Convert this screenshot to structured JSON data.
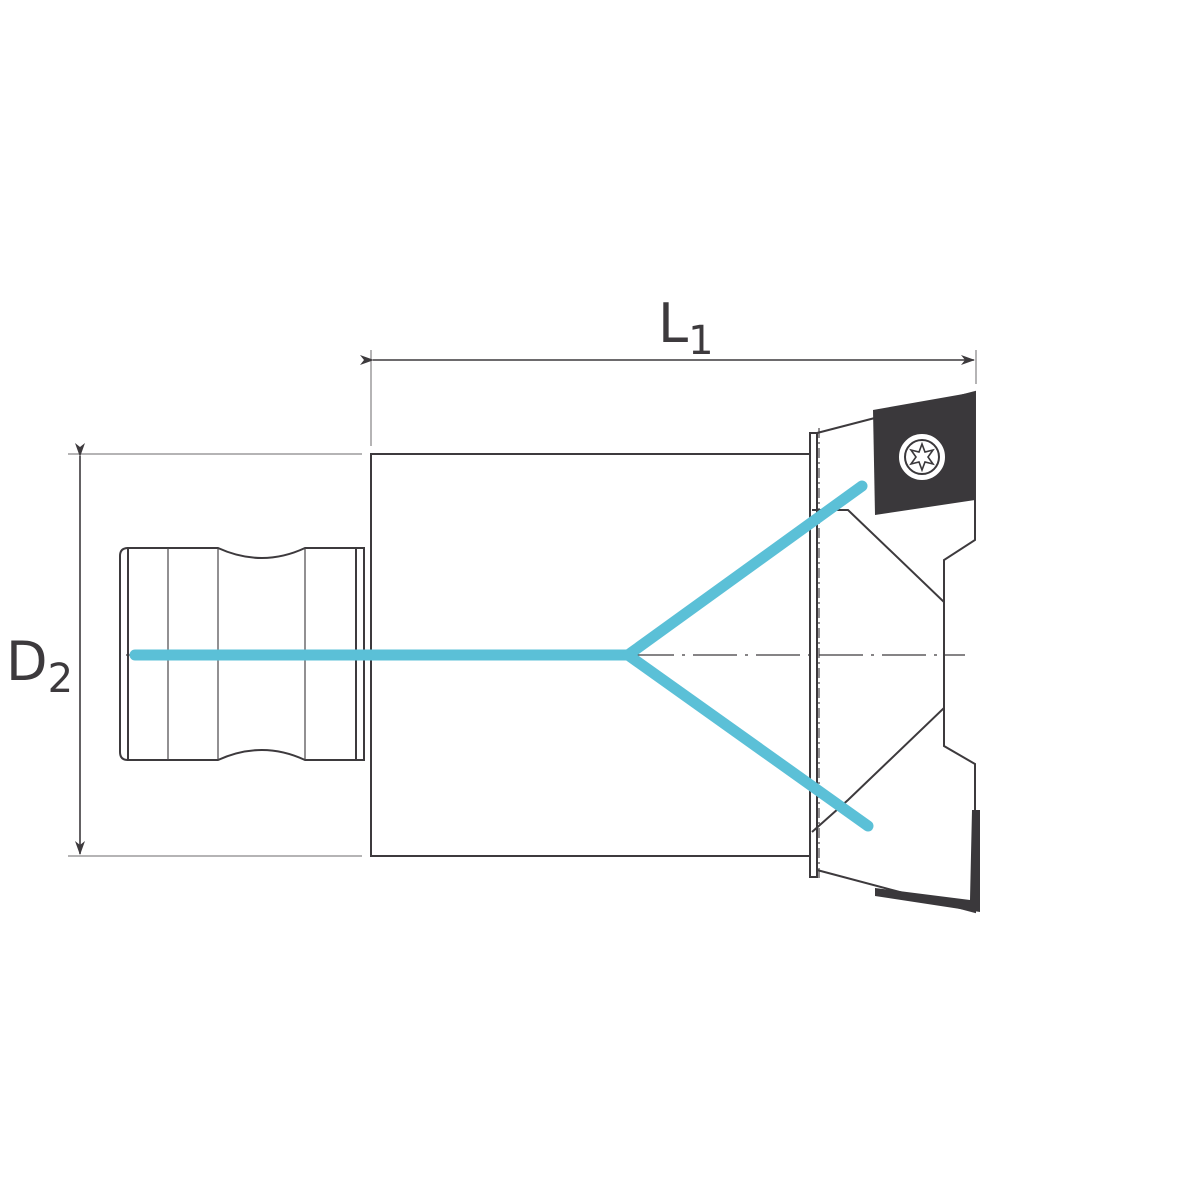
{
  "dimensions": {
    "length": {
      "symbol": "L",
      "subscript": "1"
    },
    "diameter": {
      "symbol": "D",
      "subscript": "2"
    }
  },
  "colors": {
    "outline": "#3d3a3d",
    "coolant": "#5bc0d7",
    "insert": "#3a383b",
    "background": "#ffffff"
  },
  "icons": {
    "insert_screw": "torx-screw-icon"
  }
}
